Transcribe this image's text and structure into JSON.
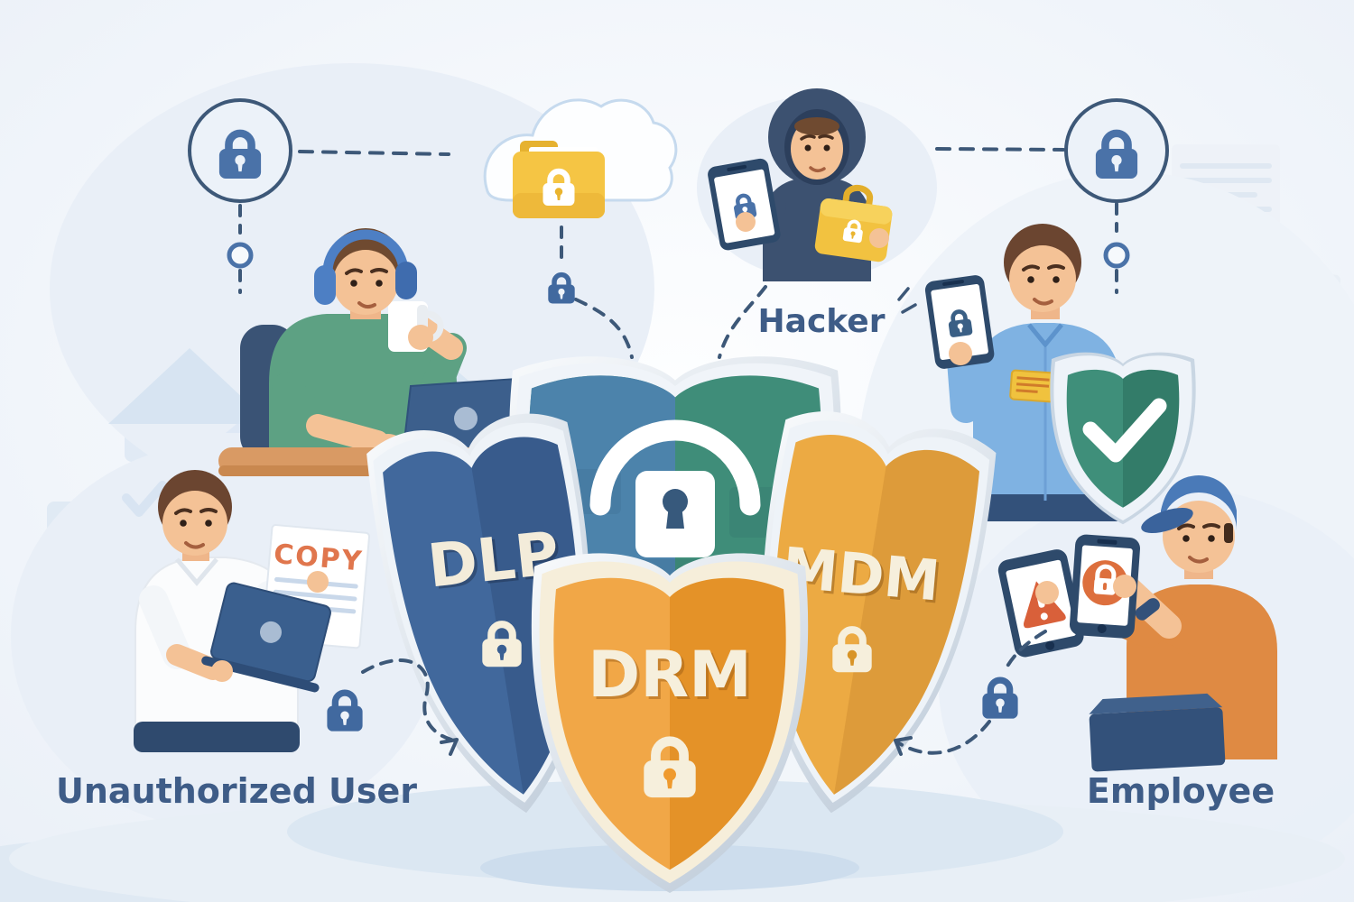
{
  "figures": {
    "hacker": {
      "label": "Hacker"
    },
    "unauthorized_user": {
      "label": "Unauthorized User"
    },
    "employee": {
      "label": "Employee"
    }
  },
  "shields": {
    "dlp": {
      "label": "DLP",
      "color": "#41689c"
    },
    "drm": {
      "label": "DRM",
      "color": "#f09b2e"
    },
    "mdm": {
      "label": "MDM",
      "color": "#ecaa43"
    },
    "central": {
      "left_color": "#4c83ab",
      "right_color": "#3f8d79"
    }
  },
  "document": {
    "stamp": "COPY"
  },
  "icons": {
    "padlock": "padlock-icon",
    "cloud": "cloud-icon",
    "folder_lock": "locked-folder-icon",
    "shield_check": "verified-shield-icon",
    "warning": "warning-triangle-icon",
    "gear": "gear-icon"
  },
  "colors": {
    "label_text": "#3e5c87",
    "connector": "#3d5878",
    "lock_blue": "#4a72a8",
    "cream": "#f6efdc",
    "copy_stamp": "#e0764d",
    "folder_yellow": "#f5c544",
    "alert_orange": "#d9603a",
    "check_green": "#3f8f7a"
  }
}
